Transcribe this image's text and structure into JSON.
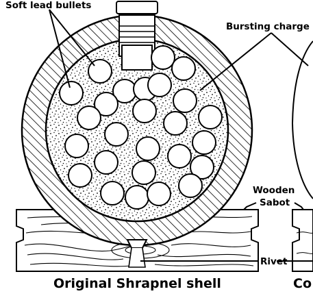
{
  "labels": {
    "bullets": "Soft lead bullets",
    "charge": "Bursting charge",
    "sabot_line1": "Wooden",
    "sabot_line2": "Sabot",
    "rivet": "Rivet",
    "caption": "Original Shrapnel shell",
    "caption_cut": "Co"
  },
  "colors": {
    "ink": "#000000",
    "paper": "#ffffff"
  }
}
